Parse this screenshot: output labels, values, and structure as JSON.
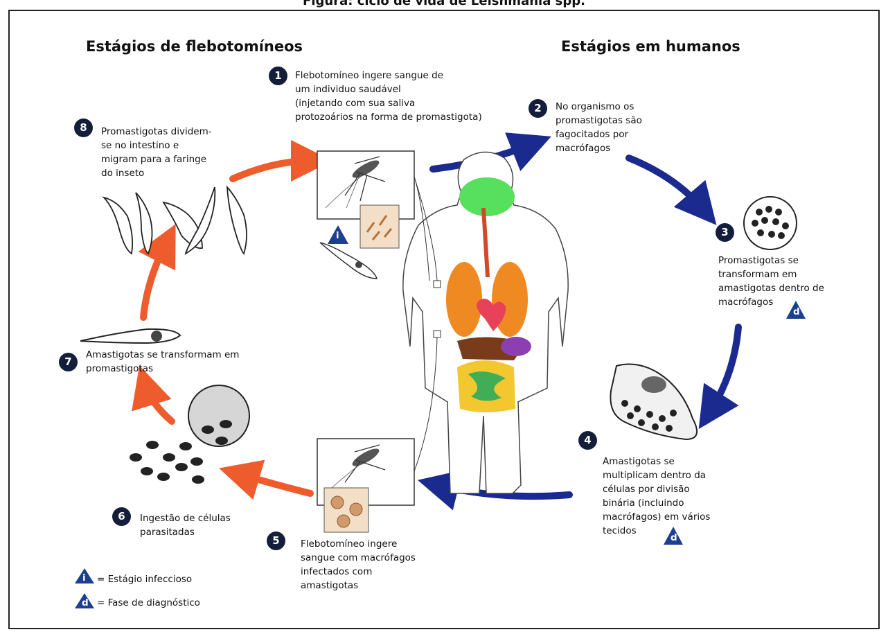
{
  "title_strip": "Figura: ciclo de vida de Leishmania spp.",
  "headings": {
    "left": "Estágios de flebotomíneos",
    "right": "Estágios em humanos"
  },
  "steps": [
    {
      "number": "1",
      "text": "Flebotomíneo ingere sangue de\num individuo saudável\n(injetando com sua saliva\nprotozoários na forma de promastigota)"
    },
    {
      "number": "2",
      "text": "No organismo os\npromastigotas são\nfagocitados por\nmacrófagos"
    },
    {
      "number": "3",
      "text": "Promastigotas se\ntransformam em\namastigotas dentro de\nmacrófagos"
    },
    {
      "number": "4",
      "text": "Amastigotas se\nmultiplicam dentro da\ncélulas por divisão\nbinária (incluindo\nmacrófagos) em vários\ntecidos"
    },
    {
      "number": "5",
      "text": "Flebotomíneo ingere\nsangue com macrófagos\ninfectados com\namastigotas"
    },
    {
      "number": "6",
      "text": "Ingestão de células\nparasitadas"
    },
    {
      "number": "7",
      "text": "Amastigotas se transformam em\npromastigotas"
    },
    {
      "number": "8",
      "text": "Promastigotas dividem-\nse no intestino e\nmigram para a faringe\ndo inseto"
    }
  ],
  "markers": {
    "infective": "i",
    "diagnostic": "d"
  },
  "legend": {
    "infective_label": "= Estágio infeccioso",
    "diagnostic_label": "= Fase de diagnóstico"
  },
  "colors": {
    "human_arrow": "#1b2a8f",
    "vector_arrow": "#ee5b2c",
    "badge": "#141d3a",
    "marker": "#1c3f8f"
  }
}
